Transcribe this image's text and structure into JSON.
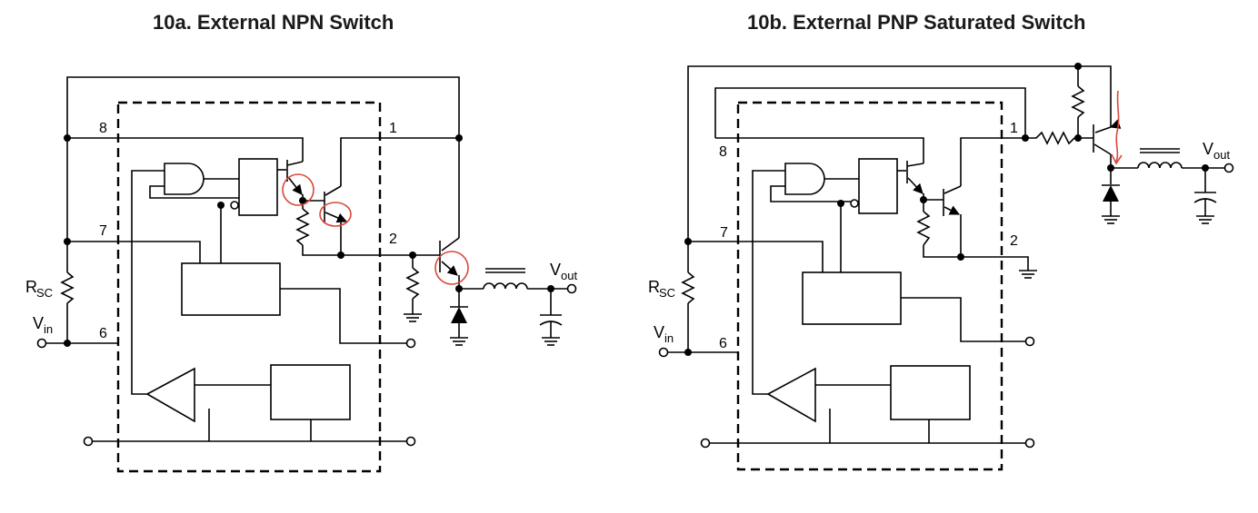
{
  "figures": {
    "a": {
      "title": "10a. External NPN Switch",
      "pins": {
        "p8": "8",
        "p7": "7",
        "p6": "6",
        "p1": "1",
        "p2": "2"
      },
      "rsc_main": "R",
      "rsc_sub": "SC",
      "vin_main": "V",
      "vin_sub": "in",
      "vout_main": "V",
      "vout_sub": "out"
    },
    "b": {
      "title": "10b. External PNP Saturated Switch",
      "pins": {
        "p8": "8",
        "p7": "7",
        "p6": "6",
        "p1": "1",
        "p2": "2"
      },
      "rsc_main": "R",
      "rsc_sub": "SC",
      "vin_main": "V",
      "vin_sub": "in",
      "vout_main": "V",
      "vout_sub": "out"
    }
  },
  "annotation_color": "#d9473a"
}
